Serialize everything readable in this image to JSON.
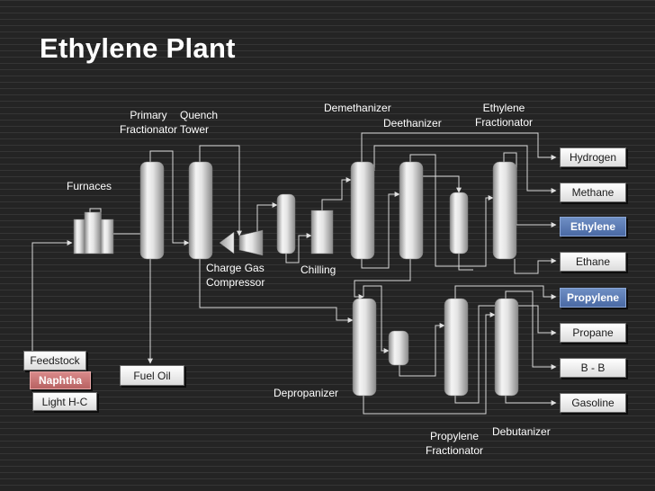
{
  "title": "Ethylene Plant",
  "labels": {
    "furnaces": "Furnaces",
    "primary_fractionator": [
      "Primary",
      "Fractionator"
    ],
    "quench_tower": [
      "Quench",
      "Tower"
    ],
    "charge_gas_compressor": [
      "Charge Gas",
      "Compressor"
    ],
    "chilling": "Chilling",
    "demethanizer": "Demethanizer",
    "deethanizer": "Deethanizer",
    "ethylene_fractionator": [
      "Ethylene",
      "Fractionator"
    ],
    "depropanizer": "Depropanizer",
    "propylene_fractionator": [
      "Propylene",
      "Fractionator"
    ],
    "debutanizer": "Debutanizer"
  },
  "feeds": {
    "feedstock": "Feedstock",
    "naphtha": "Naphtha",
    "light_hc": "Light H-C"
  },
  "fuel_oil": "Fuel Oil",
  "products": [
    {
      "label": "Hydrogen",
      "highlight": false
    },
    {
      "label": "Methane",
      "highlight": false
    },
    {
      "label": "Ethylene",
      "highlight": true
    },
    {
      "label": "Ethane",
      "highlight": false
    },
    {
      "label": "Propylene",
      "highlight": true
    },
    {
      "label": "Propane",
      "highlight": false
    },
    {
      "label": "B - B",
      "highlight": false
    },
    {
      "label": "Gasoline",
      "highlight": false
    }
  ],
  "colors": {
    "line": "#d8d8d8",
    "column_light": "#f4f4f4",
    "column_dark": "#8c8c8c",
    "product_highlight": "#5a78b0",
    "feed_highlight": "#c47474"
  }
}
